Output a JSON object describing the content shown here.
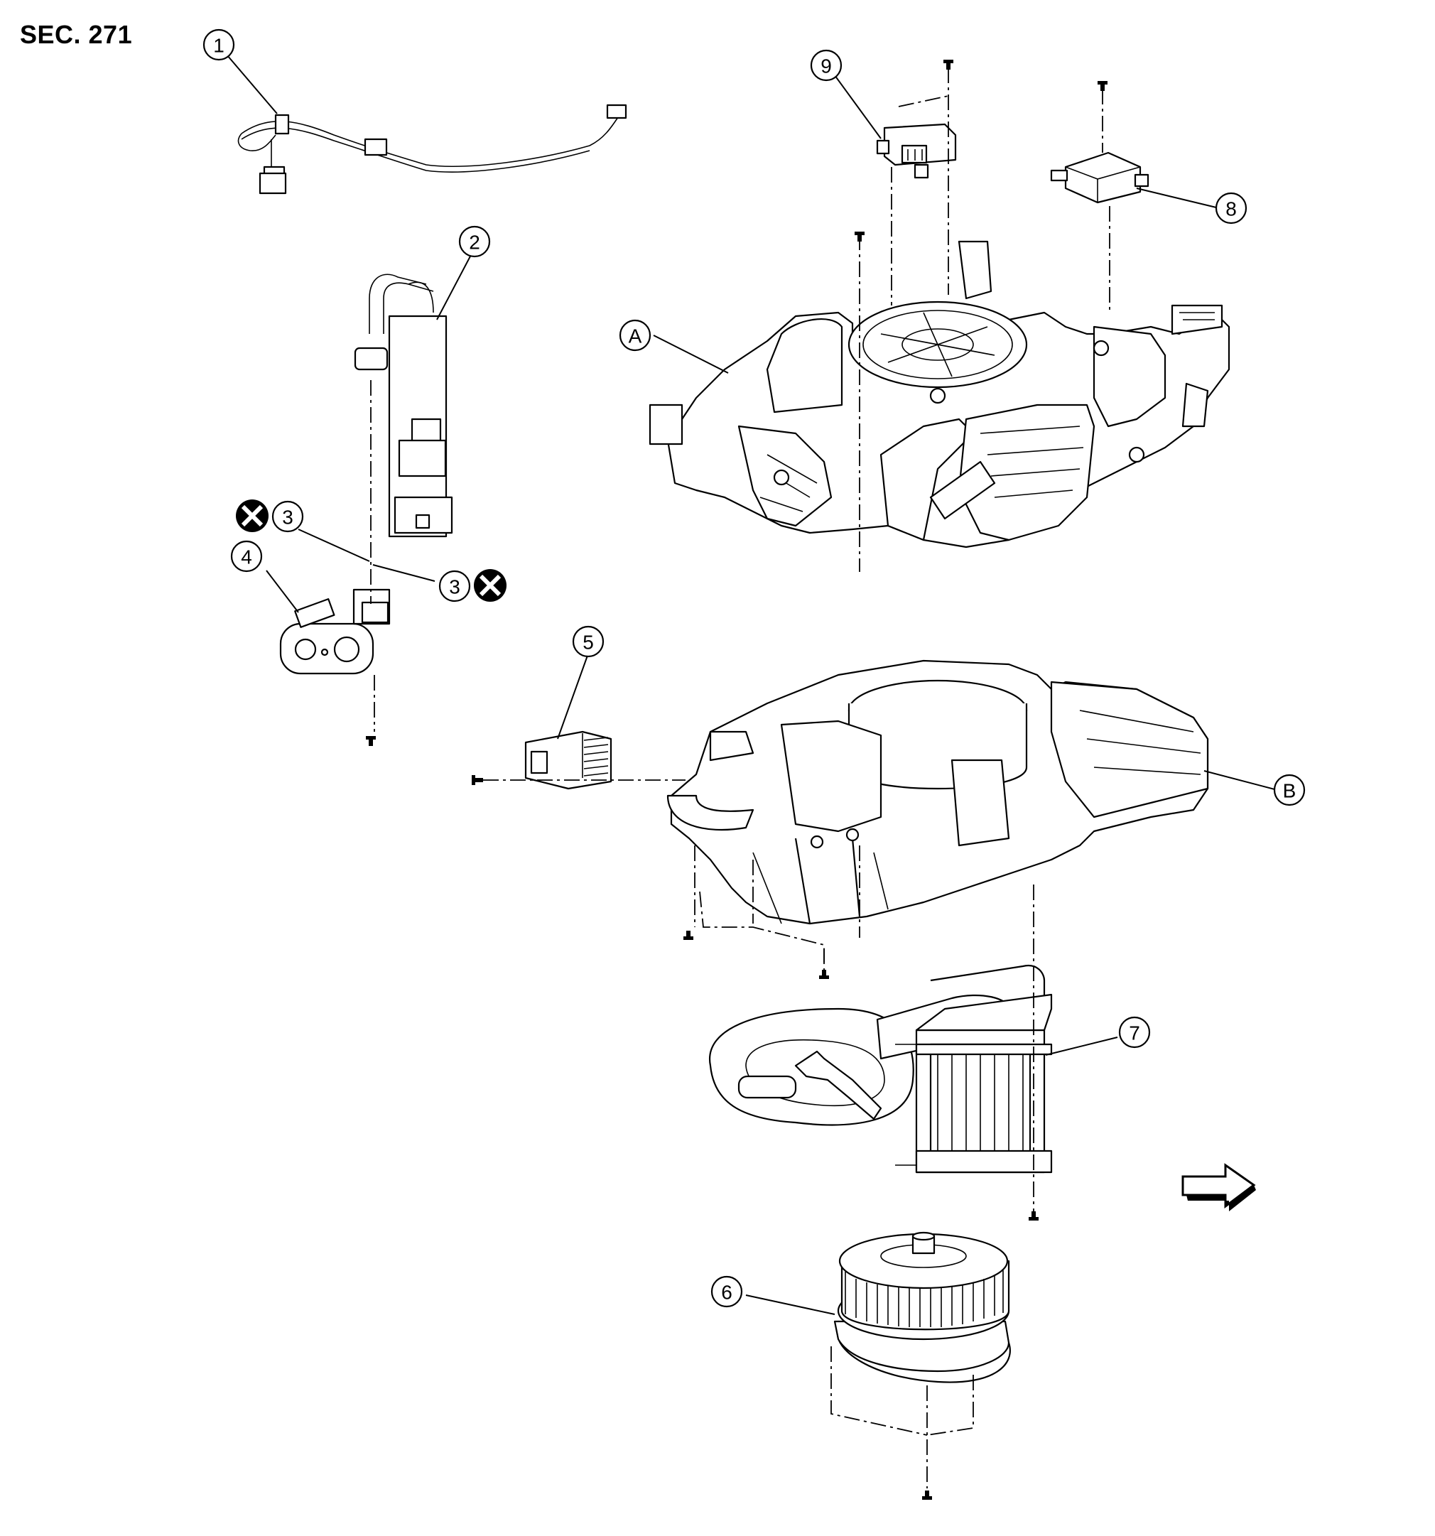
{
  "section_label": "SEC. 271",
  "callouts": {
    "c1": "1",
    "c2": "2",
    "c3a": "3",
    "c3b": "3",
    "c4": "4",
    "c5": "5",
    "c6": "6",
    "c7": "7",
    "c8": "8",
    "c9": "9",
    "cA": "A",
    "cB": "B"
  },
  "icons": {
    "do_not_reuse": "do-not-reuse-icon",
    "front_arrow": "front-arrow-icon"
  },
  "colors": {
    "line": "#000000",
    "background": "#ffffff"
  }
}
